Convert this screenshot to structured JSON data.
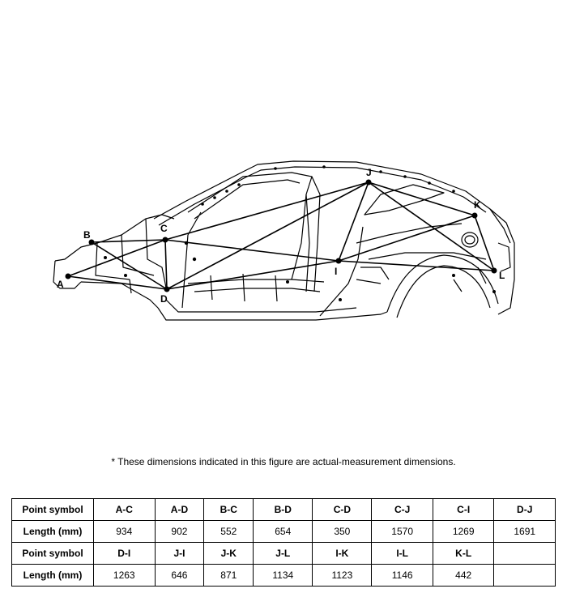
{
  "diagram": {
    "points": [
      {
        "id": "A",
        "label": "A"
      },
      {
        "id": "B",
        "label": "B"
      },
      {
        "id": "C",
        "label": "C"
      },
      {
        "id": "D",
        "label": "D"
      },
      {
        "id": "I",
        "label": "I"
      },
      {
        "id": "J",
        "label": "J"
      },
      {
        "id": "K",
        "label": "K"
      },
      {
        "id": "L",
        "label": "L"
      }
    ],
    "connections": [
      "A-C",
      "A-D",
      "B-C",
      "B-D",
      "C-D",
      "C-J",
      "C-I",
      "D-J",
      "D-I",
      "J-I",
      "J-K",
      "J-L",
      "I-K",
      "I-L",
      "K-L"
    ]
  },
  "note": "*  These dimensions indicated in this figure are actual-measurement dimensions.",
  "table": {
    "rows": [
      {
        "header": "Point symbol",
        "cells": [
          "A-C",
          "A-D",
          "B-C",
          "B-D",
          "C-D",
          "C-J",
          "C-I",
          "D-J"
        ]
      },
      {
        "header": "Length (mm)",
        "cells": [
          "934",
          "902",
          "552",
          "654",
          "350",
          "1570",
          "1269",
          "1691"
        ]
      },
      {
        "header": "Point symbol",
        "cells": [
          "D-I",
          "J-I",
          "J-K",
          "J-L",
          "I-K",
          "I-L",
          "K-L",
          ""
        ]
      },
      {
        "header": "Length (mm)",
        "cells": [
          "1263",
          "646",
          "871",
          "1134",
          "1123",
          "1146",
          "442",
          ""
        ]
      }
    ]
  }
}
